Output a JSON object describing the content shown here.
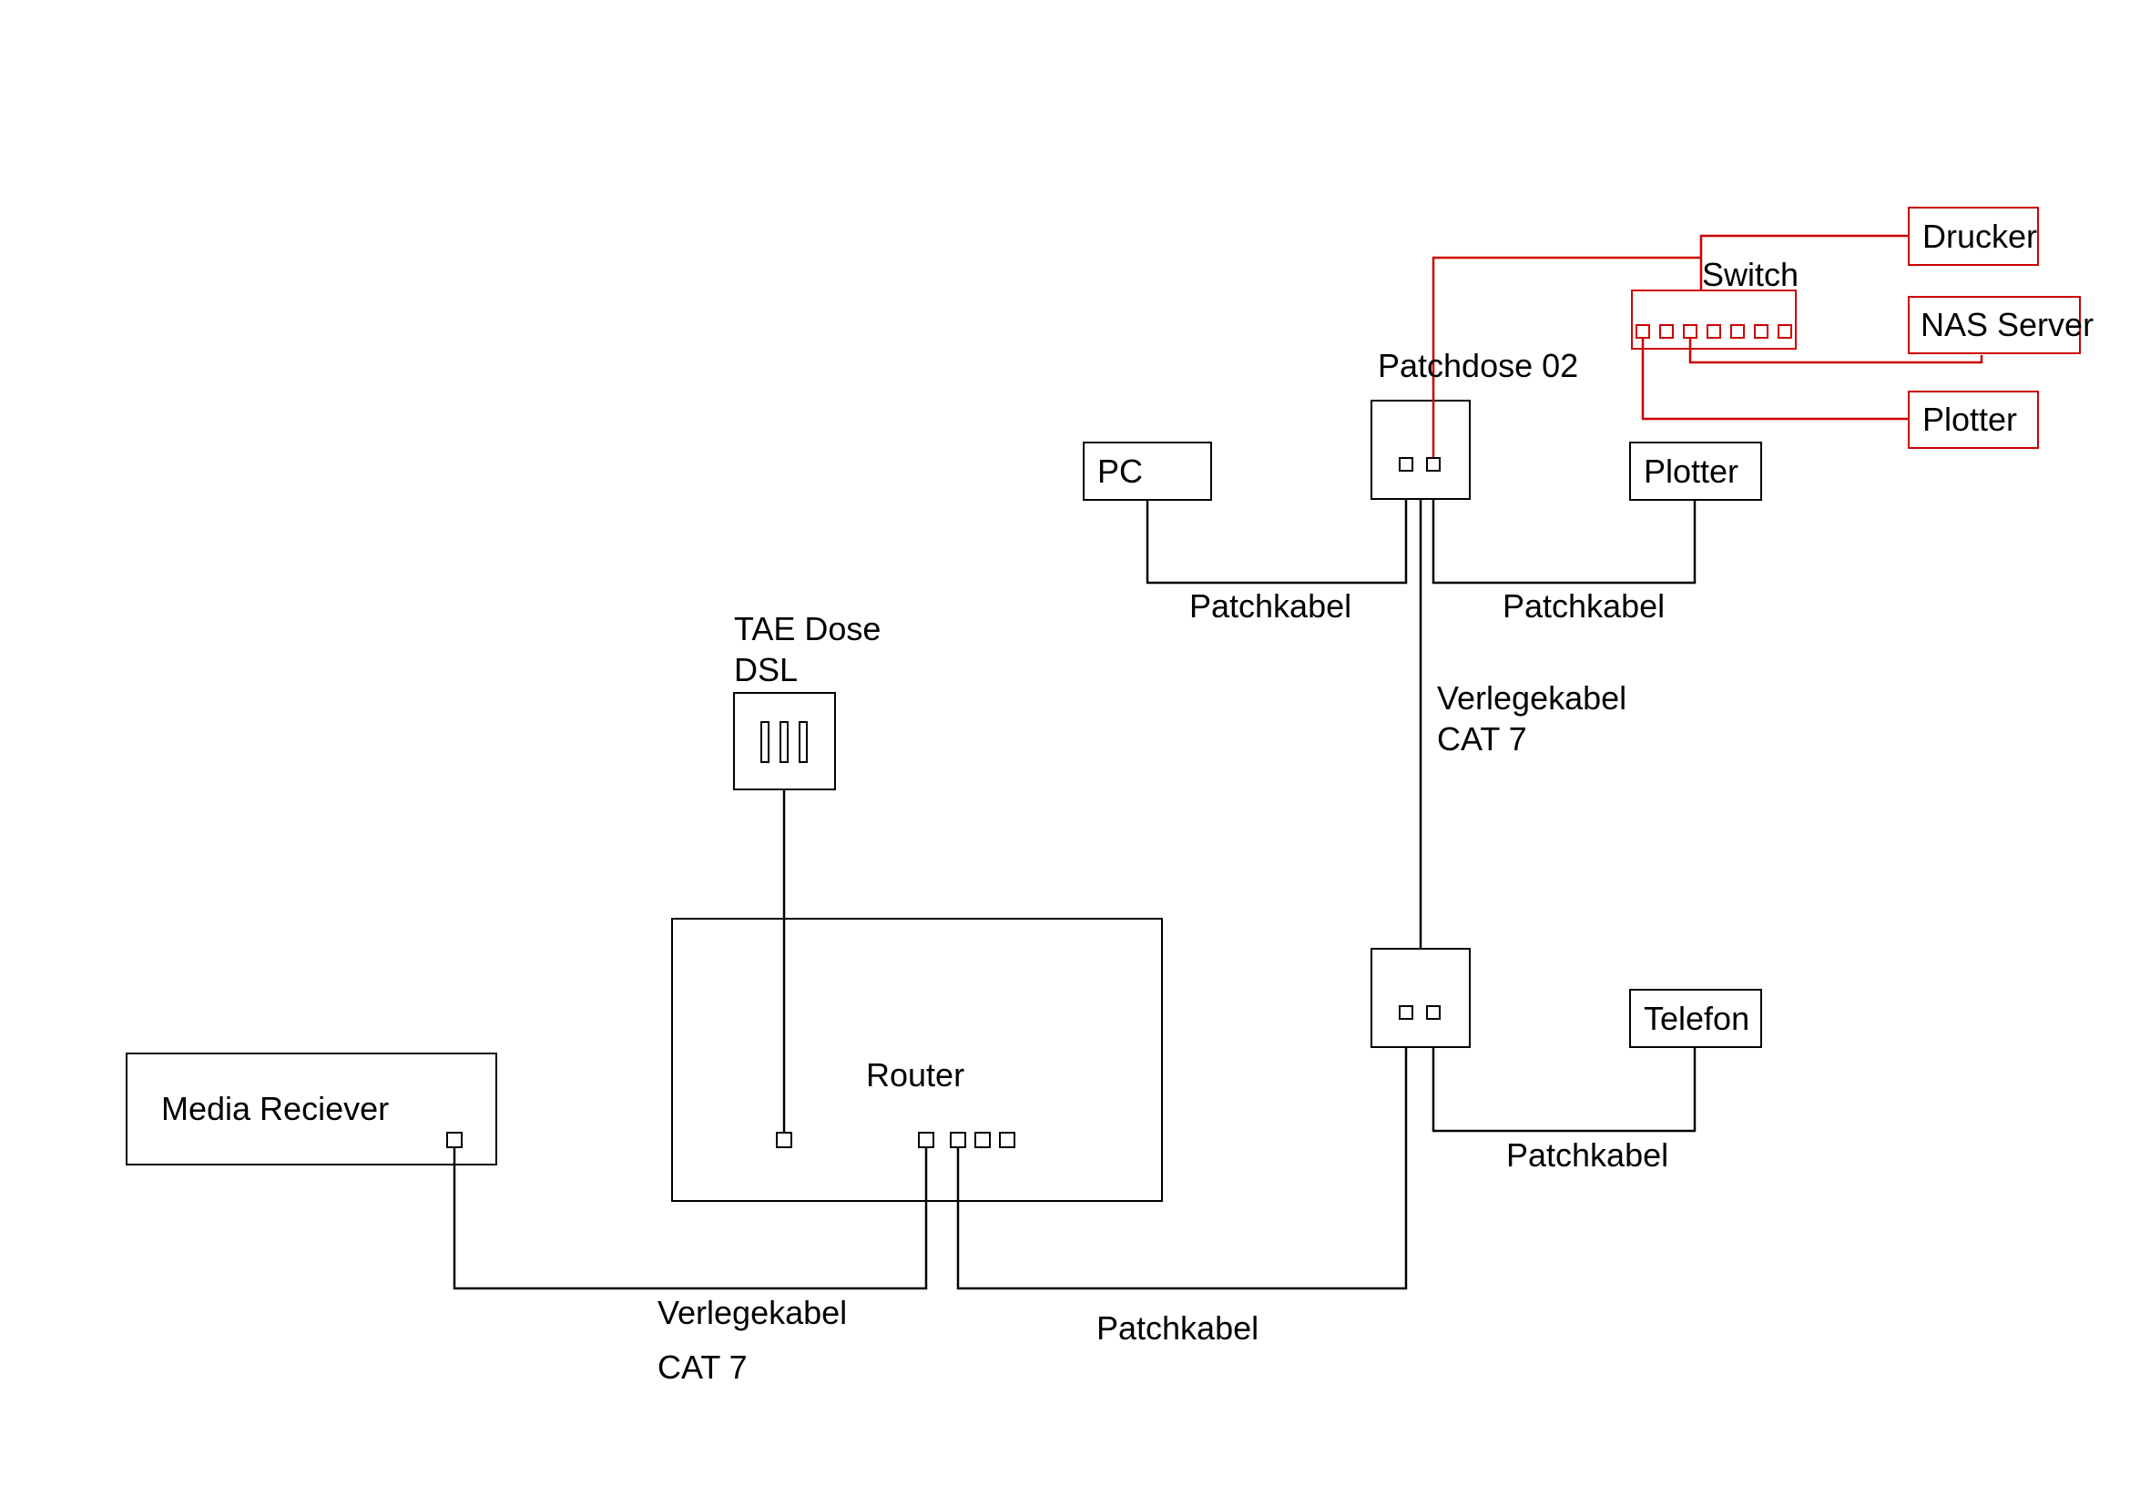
{
  "diagram": {
    "colors": {
      "line": "#000000",
      "accent": "#cc0000",
      "background": "#ffffff"
    },
    "nodes": {
      "media_receiver": {
        "label": "Media Reciever"
      },
      "tae_dose": {
        "line1": "TAE Dose",
        "line2": "DSL"
      },
      "router": {
        "label": "Router"
      },
      "pc": {
        "label": "PC"
      },
      "patchdose_02": {
        "label": "Patchdose 02"
      },
      "plotter": {
        "label": "Plotter"
      },
      "switch": {
        "label": "Switch"
      },
      "drucker": {
        "label": "Drucker"
      },
      "nas_server": {
        "label": "NAS Server"
      },
      "plotter_2": {
        "label": "Plotter"
      },
      "telefon": {
        "label": "Telefon"
      }
    },
    "cable_labels": {
      "patchkabel_pc": "Patchkabel",
      "patchkabel_plotter": "Patchkabel",
      "verlegekabel_wall": {
        "line1": "Verlegekabel",
        "line2": "CAT 7"
      },
      "patchkabel_telefon": "Patchkabel",
      "verlegekabel_floor": {
        "line1": "Verlegekabel",
        "line2": "CAT 7"
      },
      "patchkabel_router": "Patchkabel"
    }
  }
}
